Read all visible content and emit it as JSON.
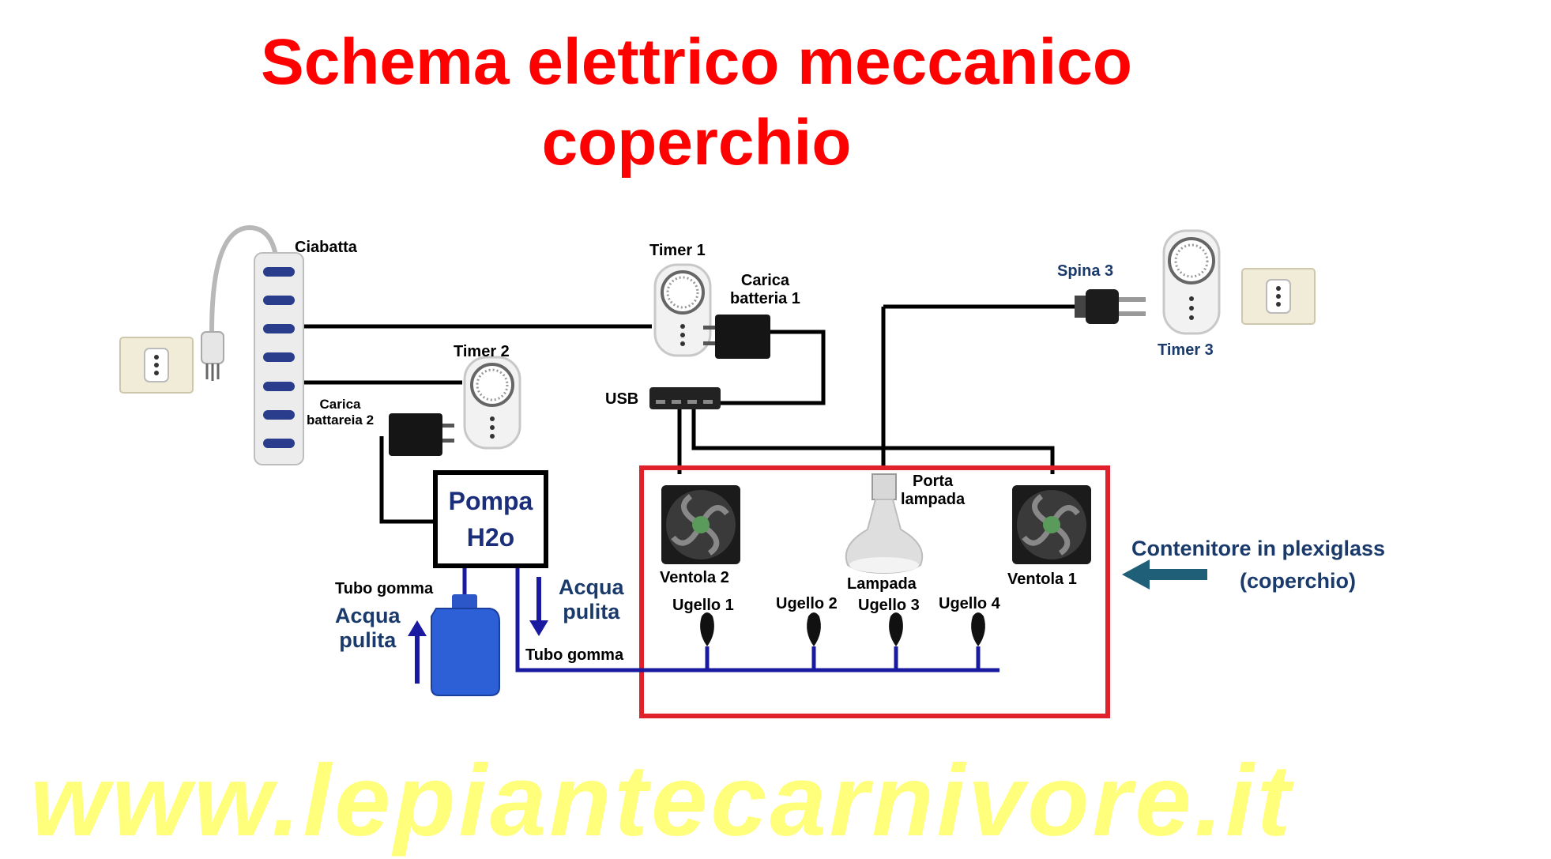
{
  "title": {
    "line1": "Schema elettrico meccanico",
    "line2": "coperchio"
  },
  "labels": {
    "ciabatta": "Ciabatta",
    "timer1": "Timer 1",
    "carica1_l1": "Carica",
    "carica1_l2": "batteria 1",
    "timer2": "Timer 2",
    "carica2_l1": "Carica",
    "carica2_l2": "battareia 2",
    "usb": "USB",
    "spina3": "Spina 3",
    "timer3": "Timer 3",
    "porta_l1": "Porta",
    "porta_l2": "lampada",
    "lampada": "Lampada",
    "ventola2": "Ventola 2",
    "ventola1": "Ventola 1",
    "ugello1": "Ugello 1",
    "ugello2": "Ugello 2",
    "ugello3": "Ugello 3",
    "ugello4": "Ugello 4",
    "pompa_l1": "Pompa",
    "pompa_l2": "H2o",
    "tubo_gomma_top": "Tubo gomma",
    "acqua_left_l1": "Acqua",
    "acqua_left_l2": "pulita",
    "acqua_right_l1": "Acqua",
    "acqua_right_l2": "pulita",
    "tubo_gomma_bottom": "Tubo gomma",
    "contenitore_l1": "Contenitore in  plexiglass",
    "contenitore_l2": "(coperchio)"
  },
  "website": "www.lepiantecarnivore.it",
  "colors": {
    "title": "#ff0000",
    "container_border": "#e0202a",
    "water_pipe": "#1a1aa0",
    "navy_text": "#1a3a6b",
    "arrow": "#1f5f78",
    "website": "#ffff66"
  }
}
